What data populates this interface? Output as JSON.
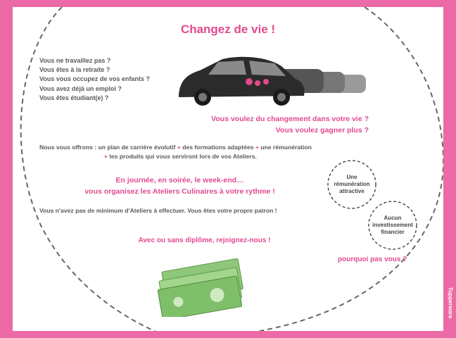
{
  "title": "Changez de vie !",
  "questions": [
    "Vous ne travaillez pas ?",
    "Vous êtes à la retraite ?",
    "Vous vous occupez de vos enfants ?",
    "Vous avez déjà un emploi ?",
    "Vous êtes étudiant(e) ?"
  ],
  "headline_change": [
    "Vous voulez du changement dans votre vie ?",
    "Vous voulez gagner plus ?"
  ],
  "offer": {
    "line1_a": "Nous vous offrons : un plan de carrière évolutif",
    "plus": "+",
    "line1_b": "des formations adaptées",
    "line1_c": "une rémunération",
    "line2": "les produits qui vous serviront lors de vos Ateliers."
  },
  "headline_schedule": [
    "En journée, en soirée, le week-end…",
    "vous organisez les Ateliers Culinaires à votre rythme !"
  ],
  "no_minimum": "Vous n'avez pas de minimum d'Ateliers à effectuer. Vous êtes votre propre patron !",
  "headline_join": "Avec ou sans diplôme, rejoignez-nous !",
  "why_not": "pourquoi pas vous ?",
  "bubbles": [
    [
      "Une",
      "rémunération",
      "attractive"
    ],
    [
      "Aucun",
      "investissement",
      "financier"
    ]
  ],
  "brand": "Tupperware",
  "icons": {
    "car": "car-fleet-icon",
    "money": "banknotes-icon"
  },
  "colors": {
    "frame": "#ec6aa5",
    "accent": "#e24a8e",
    "text": "#5a5a5a"
  }
}
